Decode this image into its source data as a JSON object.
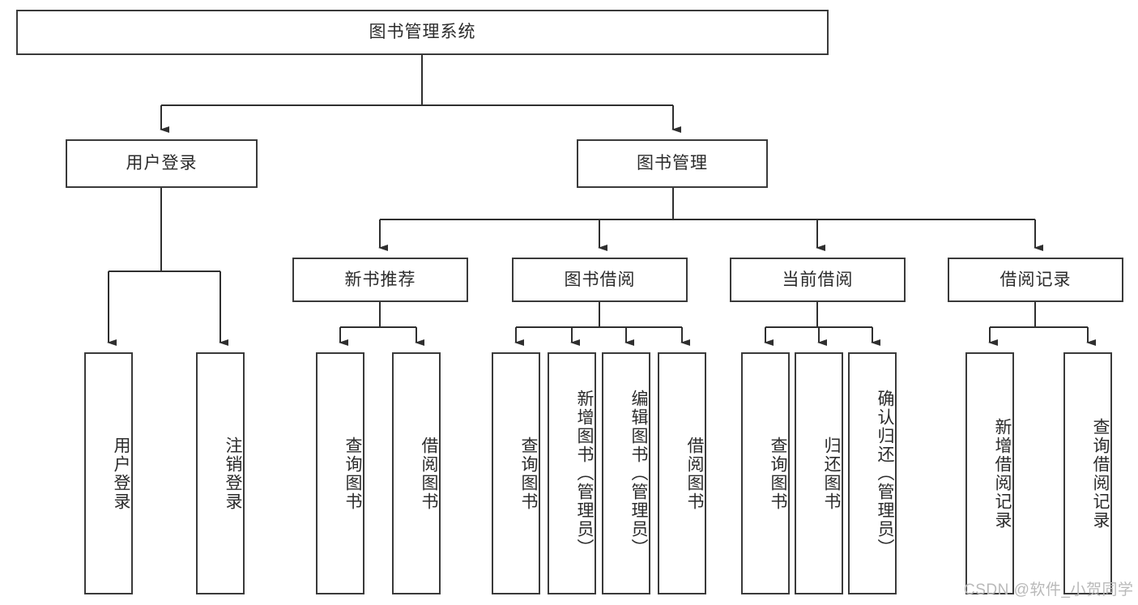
{
  "diagram": {
    "type": "hierarchy-tree",
    "title": "图书管理系统",
    "levels": 3,
    "root": {
      "label": "图书管理系统"
    },
    "level2": [
      {
        "label": "用户登录"
      },
      {
        "label": "图书管理"
      }
    ],
    "level3": [
      {
        "label": "新书推荐"
      },
      {
        "label": "图书借阅"
      },
      {
        "label": "当前借阅"
      },
      {
        "label": "借阅记录"
      }
    ],
    "leaves": {
      "user_login": [
        {
          "label": "用户登录"
        },
        {
          "label": "注销登录"
        }
      ],
      "new_book_recommend": [
        {
          "label": "查询图书"
        },
        {
          "label": "借阅图书"
        }
      ],
      "book_borrow": [
        {
          "label": "查询图书"
        },
        {
          "label": "新增图书（管理员）"
        },
        {
          "label": "编辑图书（管理员）"
        },
        {
          "label": "借阅图书"
        }
      ],
      "current_borrow": [
        {
          "label": "查询图书"
        },
        {
          "label": "归还图书"
        },
        {
          "label": "确认归还（管理员）"
        }
      ],
      "borrow_record": [
        {
          "label": "新增借阅记录"
        },
        {
          "label": "查询借阅记录"
        }
      ]
    },
    "watermark": "CSDN @软件_小贺同学",
    "colors": {
      "box_border": "#3a3a3a",
      "box_fill": "#ffffff",
      "connector": "#2f2f2f",
      "text": "#2b2b2b",
      "watermark": "#b9b9b9",
      "background": "#ffffff"
    }
  }
}
